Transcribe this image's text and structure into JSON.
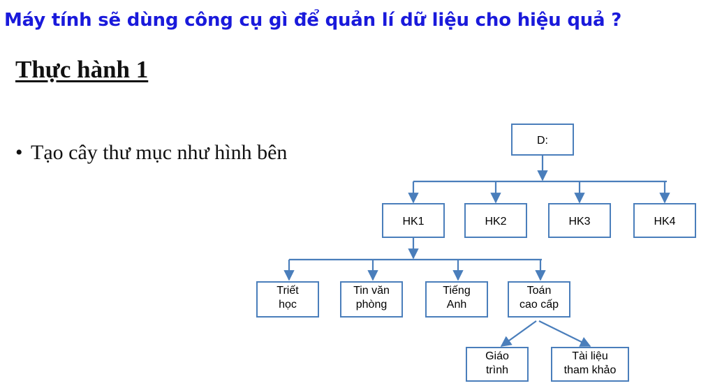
{
  "title": "Máy tính sẽ dùng công cụ gì để quản lí dữ liệu cho hiệu quả ?",
  "subtitle": "Thực hành 1",
  "bullet": {
    "marker": "•",
    "text": "Tạo cây thư mục như hình bên"
  },
  "tree": {
    "root": "D:",
    "semesters": [
      "HK1",
      "HK2",
      "HK3",
      "HK4"
    ],
    "hk1_children": [
      [
        "Triết",
        "học"
      ],
      [
        "Tin văn",
        "phòng"
      ],
      [
        "Tiếng",
        "Anh"
      ],
      [
        "Toán",
        "cao cấp"
      ]
    ],
    "toan_children": [
      [
        "Giáo",
        "trình"
      ],
      [
        "Tài liệu",
        "tham khảo"
      ]
    ]
  },
  "colors": {
    "title": "#1a1adb",
    "connector": "#4a7ebb",
    "box_border": "#4a7ebb"
  }
}
